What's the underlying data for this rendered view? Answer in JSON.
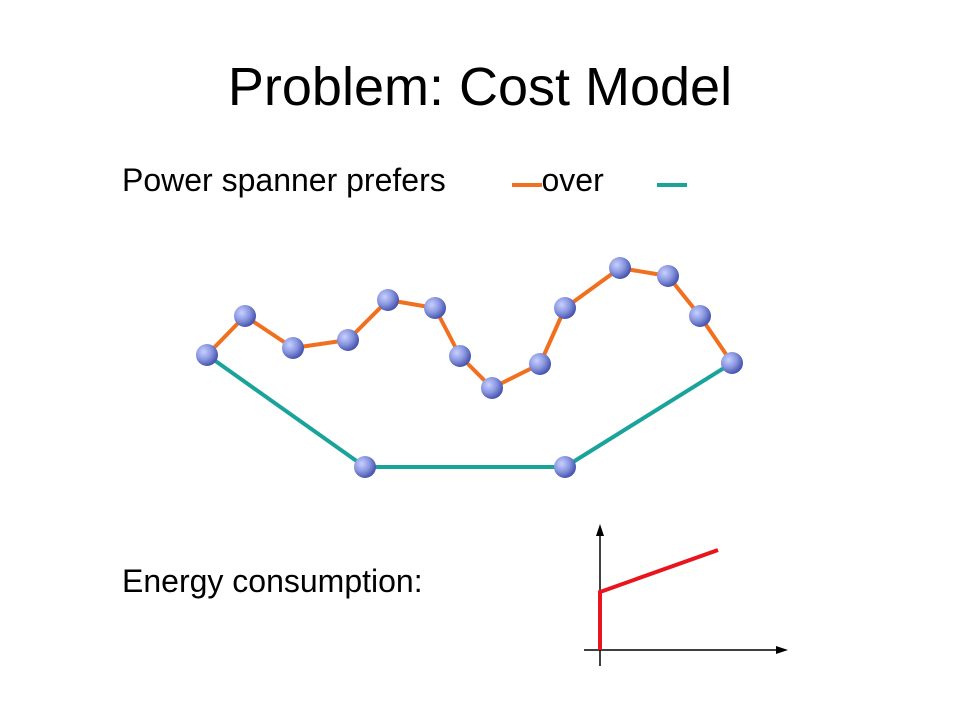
{
  "slide": {
    "title": "Problem: Cost Model",
    "line1_prefix": "Power spanner prefers",
    "line1_middle": "over",
    "line2": "Energy consumption:"
  },
  "colors": {
    "orange": "#f07020",
    "teal": "#1aa39a",
    "red": "#e8141e",
    "node": "#8a97e0",
    "node_edge": "#4a57b0"
  }
}
